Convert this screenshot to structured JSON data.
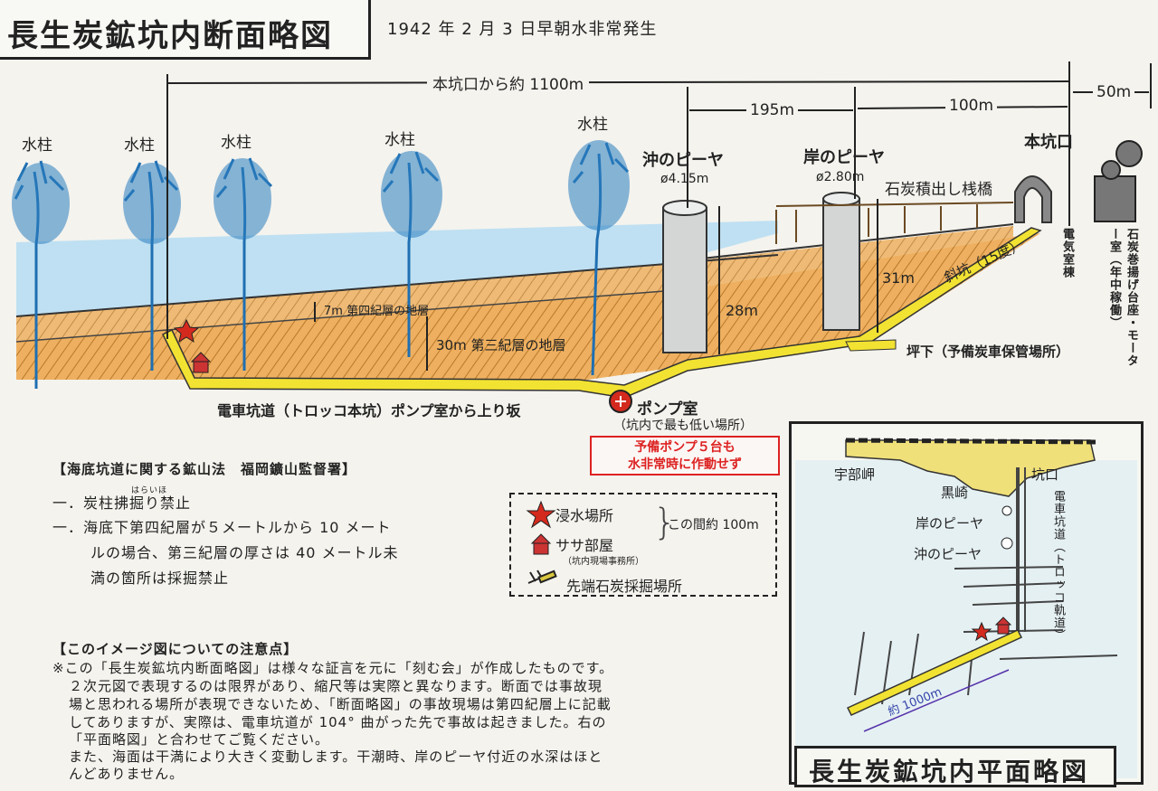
{
  "header": {
    "title": "長生炭鉱坑内断面略図",
    "subtitle": "1942 年 2 月 3 日早朝水非常発生"
  },
  "section": {
    "dim_total": "本坑口から約 1100m",
    "dim_195": "195m",
    "dim_100": "100m",
    "dim_50": "50m",
    "water_column": "水柱",
    "pier_offshore": "沖のピーヤ",
    "pier_offshore_dia": "ø4.15m",
    "pier_shore": "岸のピーヤ",
    "pier_shore_dia": "ø2.80m",
    "trestle": "石炭積出し桟橋",
    "main_entrance": "本坑口",
    "elec_room": "電気室棟",
    "winch_room": "石炭巻揚げ台座・モーター室（年中稼働）",
    "depth_7m": "7m 第四紀層の地層",
    "depth_30m": "30m 第三紀層の地層",
    "depth_28m": "28m",
    "depth_31m": "31m",
    "incline": "斜坑（15度）",
    "tsubo": "坪下（予備炭車保管場所）",
    "tramway": "電車坑道（トロッコ本坑）ポンプ室から上り坂",
    "pump_room": "ポンプ室",
    "pump_note": "（坑内で最も低い場所）"
  },
  "warning": {
    "line1": "予備ポンプ５台も",
    "line2": "水非常時に作動せず"
  },
  "law": {
    "heading": "【海底坑道に関する鉱山法　福岡鑛山監督署】",
    "item1": "一．炭柱拂掘り禁止",
    "ruby": "はらいほ",
    "item2a": "一．海底下第四紀層が５メートルから 10 メート",
    "item2b": "ルの場合、第三紀層の厚さは 40 メートル未",
    "item2c": "満の箇所は採掘禁止"
  },
  "legend": {
    "flood": "浸水場所",
    "sasa": "ササ部屋",
    "sasa_note": "（坑内現場事務所）",
    "distance": "この間約 100m",
    "face": "先端石炭採掘場所"
  },
  "notes": {
    "heading": "【このイメージ図についての注意点】",
    "line1": "※この「長生炭鉱坑内断面略図」は様々な証言を元に「刻む会」が作成したものです。",
    "line2": "２次元図で表現するのは限界があり、縮尺等は実際と異なります。断面では事故現",
    "line3": "場と思われる場所が表現できないため、「断面略図」の事故現場は第四紀層上に記載",
    "line4": "してありますが、実際は、電車坑道が 104° 曲がった先で事故は起きました。右の",
    "line5": "「平面略図」と合わせてご覧ください。",
    "line6": "また、海面は干満により大きく変動します。干潮時、岸のピーヤ付近の水深はほと",
    "line7": "んどありません。"
  },
  "plan": {
    "title": "長生炭鉱坑内平面略図",
    "ube_cape": "宇部岬",
    "kurosaki": "黒崎",
    "entrance": "坑口",
    "pier_shore": "岸のピーヤ",
    "pier_offshore": "沖のピーヤ",
    "tramway_vert": "電車坑道（トロッコ軌道）",
    "distance": "約 1000m"
  },
  "colors": {
    "sea": "#bfe0f2",
    "water_column": "#1f6fb2",
    "strata_orange": "#e9a24a",
    "tunnel_yellow": "#f2e232",
    "warning_red": "#dd2222",
    "flood_star": "#d42a1e"
  }
}
